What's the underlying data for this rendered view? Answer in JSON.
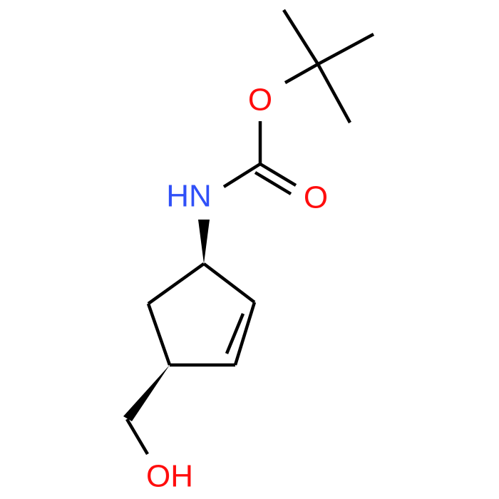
{
  "atoms": {
    "ester_oxygen": {
      "label": "O",
      "color": "#ff0d0d"
    },
    "carbonyl_oxygen": {
      "label": "O",
      "color": "#ff0d0d"
    },
    "nitrogen": {
      "label": "HN",
      "color": "#3050f8"
    },
    "hydroxyl": {
      "label": "OH",
      "color": "#ff0d0d"
    }
  },
  "bond_color": "#000000"
}
